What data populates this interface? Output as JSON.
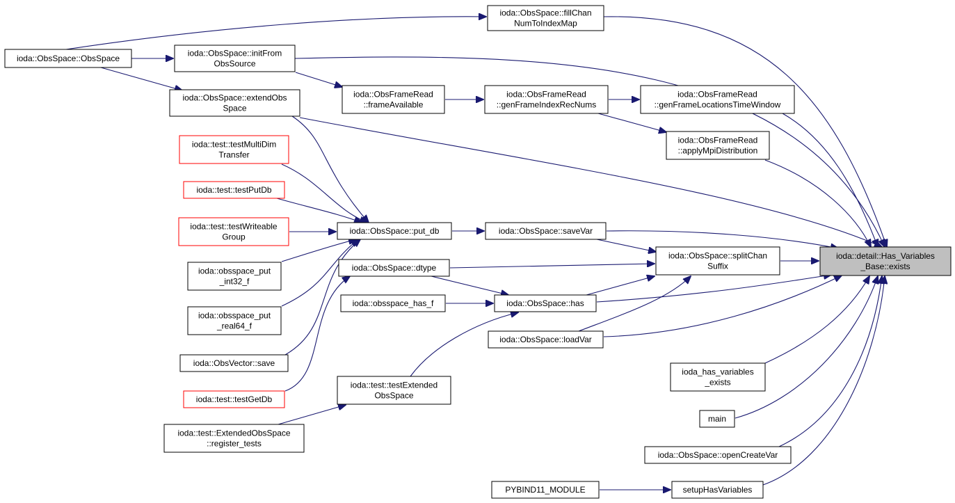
{
  "graph": {
    "root": "exists",
    "nodes": [
      {
        "id": "obsspace_ctor",
        "lines": [
          "ioda::ObsSpace::ObsSpace"
        ],
        "style": "normal"
      },
      {
        "id": "fillChan",
        "lines": [
          "ioda::ObsSpace::fillChan",
          "NumToIndexMap"
        ],
        "style": "normal"
      },
      {
        "id": "initFrom",
        "lines": [
          "ioda::ObsSpace::initFrom",
          "ObsSource"
        ],
        "style": "normal"
      },
      {
        "id": "extendObs",
        "lines": [
          "ioda::ObsSpace::extendObs",
          "Space"
        ],
        "style": "normal"
      },
      {
        "id": "frameAvail",
        "lines": [
          "ioda::ObsFrameRead",
          "::frameAvailable"
        ],
        "style": "normal"
      },
      {
        "id": "genFrameIdx",
        "lines": [
          "ioda::ObsFrameRead",
          "::genFrameIndexRecNums"
        ],
        "style": "normal"
      },
      {
        "id": "genFrameLoc",
        "lines": [
          "ioda::ObsFrameRead",
          "::genFrameLocationsTimeWindow"
        ],
        "style": "normal"
      },
      {
        "id": "applyMpi",
        "lines": [
          "ioda::ObsFrameRead",
          "::applyMpiDistribution"
        ],
        "style": "normal"
      },
      {
        "id": "testMultiDim",
        "lines": [
          "ioda::test::testMultiDim",
          "Transfer"
        ],
        "style": "red"
      },
      {
        "id": "testPutDb",
        "lines": [
          "ioda::test::testPutDb"
        ],
        "style": "red"
      },
      {
        "id": "testWriteable",
        "lines": [
          "ioda::test::testWriteable",
          "Group"
        ],
        "style": "red"
      },
      {
        "id": "putInt32",
        "lines": [
          "ioda::obsspace_put",
          "_int32_f"
        ],
        "style": "normal"
      },
      {
        "id": "putReal64",
        "lines": [
          "ioda::obsspace_put",
          "_real64_f"
        ],
        "style": "normal"
      },
      {
        "id": "obsVecSave",
        "lines": [
          "ioda::ObsVector::save"
        ],
        "style": "normal"
      },
      {
        "id": "testGetDb",
        "lines": [
          "ioda::test::testGetDb"
        ],
        "style": "red"
      },
      {
        "id": "extRegister",
        "lines": [
          "ioda::test::ExtendedObsSpace",
          "::register_tests"
        ],
        "style": "normal"
      },
      {
        "id": "putDb",
        "lines": [
          "ioda::ObsSpace::put_db"
        ],
        "style": "normal"
      },
      {
        "id": "dtype",
        "lines": [
          "ioda::ObsSpace::dtype"
        ],
        "style": "normal"
      },
      {
        "id": "hasF",
        "lines": [
          "ioda::obsspace_has_f"
        ],
        "style": "normal"
      },
      {
        "id": "testExtended",
        "lines": [
          "ioda::test::testExtended",
          "ObsSpace"
        ],
        "style": "normal"
      },
      {
        "id": "saveVar",
        "lines": [
          "ioda::ObsSpace::saveVar"
        ],
        "style": "normal"
      },
      {
        "id": "has",
        "lines": [
          "ioda::ObsSpace::has"
        ],
        "style": "normal"
      },
      {
        "id": "loadVar",
        "lines": [
          "ioda::ObsSpace::loadVar"
        ],
        "style": "normal"
      },
      {
        "id": "splitChan",
        "lines": [
          "ioda::ObsSpace::splitChan",
          "Suffix"
        ],
        "style": "normal"
      },
      {
        "id": "exists",
        "lines": [
          "ioda::detail::Has_Variables",
          "_Base::exists"
        ],
        "style": "root"
      },
      {
        "id": "hasVarExists",
        "lines": [
          "ioda_has_variables",
          "_exists"
        ],
        "style": "normal"
      },
      {
        "id": "main",
        "lines": [
          "main"
        ],
        "style": "normal"
      },
      {
        "id": "openCreate",
        "lines": [
          "ioda::ObsSpace::openCreateVar"
        ],
        "style": "normal"
      },
      {
        "id": "pybind",
        "lines": [
          "PYBIND11_MODULE"
        ],
        "style": "normal"
      },
      {
        "id": "setupHasVar",
        "lines": [
          "setupHasVariables"
        ],
        "style": "normal"
      }
    ],
    "edges": [
      {
        "from": "obsspace_ctor",
        "to": "fillChan"
      },
      {
        "from": "obsspace_ctor",
        "to": "initFrom"
      },
      {
        "from": "obsspace_ctor",
        "to": "extendObs"
      },
      {
        "from": "initFrom",
        "to": "frameAvail"
      },
      {
        "from": "frameAvail",
        "to": "genFrameIdx"
      },
      {
        "from": "genFrameIdx",
        "to": "genFrameLoc"
      },
      {
        "from": "genFrameIdx",
        "to": "applyMpi"
      },
      {
        "from": "extendObs",
        "to": "putDb"
      },
      {
        "from": "testMultiDim",
        "to": "putDb"
      },
      {
        "from": "testPutDb",
        "to": "putDb"
      },
      {
        "from": "testWriteable",
        "to": "putDb"
      },
      {
        "from": "putInt32",
        "to": "putDb"
      },
      {
        "from": "putReal64",
        "to": "putDb"
      },
      {
        "from": "obsVecSave",
        "to": "putDb"
      },
      {
        "from": "testGetDb",
        "to": "dtype"
      },
      {
        "from": "extRegister",
        "to": "testExtended"
      },
      {
        "from": "testExtended",
        "to": "has"
      },
      {
        "from": "putDb",
        "to": "saveVar"
      },
      {
        "from": "dtype",
        "to": "has"
      },
      {
        "from": "dtype",
        "to": "splitChan"
      },
      {
        "from": "hasF",
        "to": "has"
      },
      {
        "from": "saveVar",
        "to": "splitChan"
      },
      {
        "from": "has",
        "to": "splitChan"
      },
      {
        "from": "loadVar",
        "to": "splitChan"
      },
      {
        "from": "pybind",
        "to": "setupHasVar"
      },
      {
        "from": "fillChan",
        "to": "exists"
      },
      {
        "from": "initFrom",
        "to": "exists"
      },
      {
        "from": "extendObs",
        "to": "exists"
      },
      {
        "from": "genFrameLoc",
        "to": "exists"
      },
      {
        "from": "applyMpi",
        "to": "exists"
      },
      {
        "from": "saveVar",
        "to": "exists"
      },
      {
        "from": "splitChan",
        "to": "exists"
      },
      {
        "from": "has",
        "to": "exists"
      },
      {
        "from": "loadVar",
        "to": "exists"
      },
      {
        "from": "hasVarExists",
        "to": "exists"
      },
      {
        "from": "main",
        "to": "exists"
      },
      {
        "from": "openCreate",
        "to": "exists"
      },
      {
        "from": "setupHasVar",
        "to": "exists"
      }
    ]
  }
}
